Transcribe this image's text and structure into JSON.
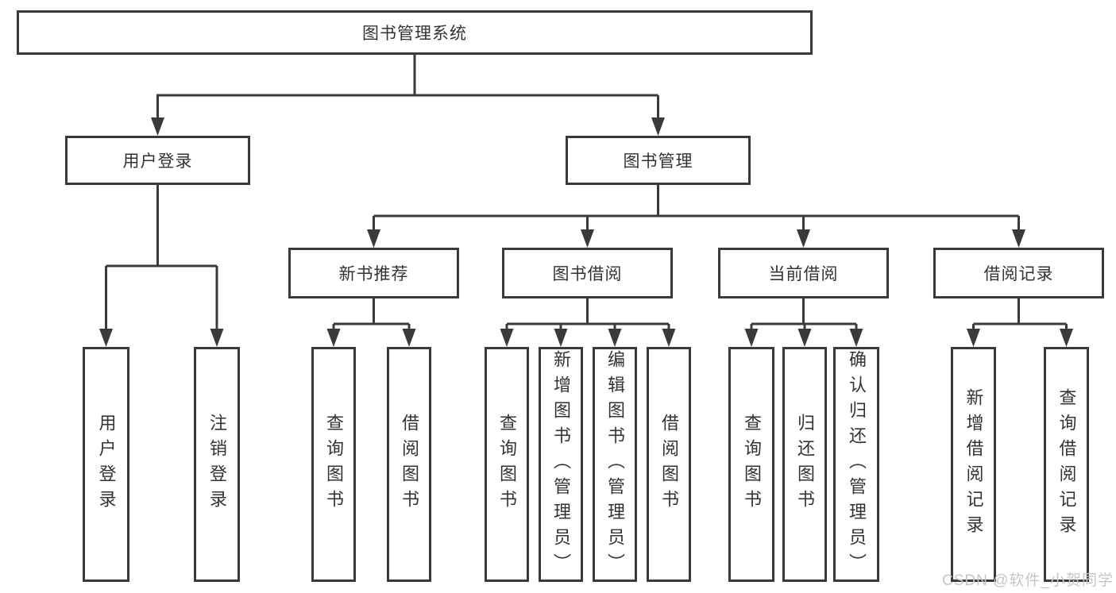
{
  "diagram": {
    "root": "图书管理系统",
    "level2": [
      {
        "label": "用户登录"
      },
      {
        "label": "图书管理"
      }
    ],
    "login_children": [
      "用户登录",
      "注销登录"
    ],
    "modules": [
      {
        "label": "新书推荐",
        "children": [
          "查询图书",
          "借阅图书"
        ]
      },
      {
        "label": "图书借阅",
        "children": [
          "查询图书",
          "新增图书（管理员）",
          "编辑图书（管理员）",
          "借阅图书"
        ]
      },
      {
        "label": "当前借阅",
        "children": [
          "查询图书",
          "归还图书",
          "确认归还（管理员）"
        ]
      },
      {
        "label": "借阅记录",
        "children": [
          "新增借阅记录",
          "查询借阅记录"
        ]
      }
    ],
    "watermark": "CSDN @软件_小贺同学",
    "colors": {
      "line": "#3a3a3a",
      "text": "#333333",
      "watermark": "#c6c6c6",
      "background": "#ffffff"
    }
  }
}
